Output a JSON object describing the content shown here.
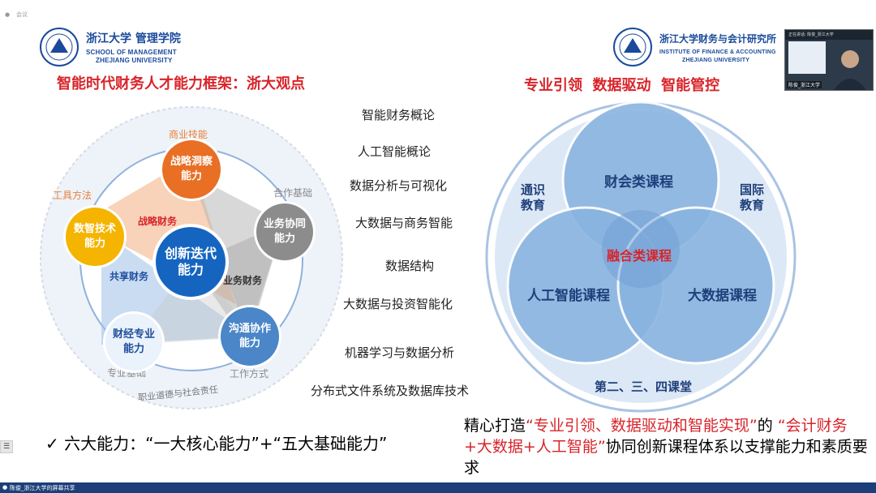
{
  "top_bar": {
    "left_label": "会议"
  },
  "logos": {
    "left": {
      "cn": "浙江大学 管理学院",
      "en1": "SCHOOL OF MANAGEMENT",
      "en2": "ZHEJIANG UNIVERSITY"
    },
    "right": {
      "cn": "浙江大学财务与会计研究所",
      "en1": "INSTITUTE OF FINANCE & ACCOUNTING",
      "en2": "ZHEJIANG UNIVERSITY"
    }
  },
  "titles": {
    "left": "智能时代财务人才能力框架：浙大观点",
    "right": "专业引领  数据驱动  智能管控"
  },
  "left_diagram": {
    "core": "创新迭代\n能力",
    "nodes": {
      "strategy": "战略洞察\n能力",
      "business": "业务协同\n能力",
      "comm": "沟通协作\n能力",
      "finance": "财经专业\n能力",
      "digital": "数智技术\n能力"
    },
    "labels": {
      "commercial_skill": "商业技能",
      "cooperation_basis": "合作基础",
      "work_style": "工作方式",
      "professional_basis": "专业基础",
      "tools_methods": "工具方法",
      "strategic_finance": "战略财务",
      "shared_finance": "共享财务",
      "business_finance": "业务财务",
      "ethics": "职业道德与社会责任"
    }
  },
  "middle_list": [
    "智能财务概论",
    "人工智能概论",
    "数据分析与可视化",
    "大数据与商务智能",
    "数据结构",
    "大数据与投资智能化",
    "机器学习与数据分析",
    "分布式文件系统及数据库技术"
  ],
  "right_diagram": {
    "accounting": "财会类课程",
    "ai": "人工智能课程",
    "bigdata": "大数据课程",
    "fusion": "融合类课程",
    "general": "通识\n教育",
    "intl": "国际\n教育",
    "extra": "第二、三、四课堂"
  },
  "bottom_left": "✓ 六大能力：“一大核心能力”+“五大基础能力”",
  "bottom_right": {
    "p1": "精心打造",
    "p2": "“专业引领、数据驱动和智能实现”",
    "p3": "的 ",
    "p4": "“会计财务+大数据+人工智能”",
    "p5": "协同创新课程体系以支撑能力和素质要求"
  },
  "video": {
    "status": "正在讲话: 陈俊_浙江大学",
    "name": "陈俊_浙江大学"
  },
  "taskbar": {
    "label": "陈俊_浙江大学的屏幕共享"
  },
  "colors": {
    "blue": "#1f4e9c",
    "red": "#d8242a",
    "orange": "#ed7d31",
    "yellow": "#f4b400",
    "gray": "#8c8c8c",
    "core": "#1565c0"
  }
}
